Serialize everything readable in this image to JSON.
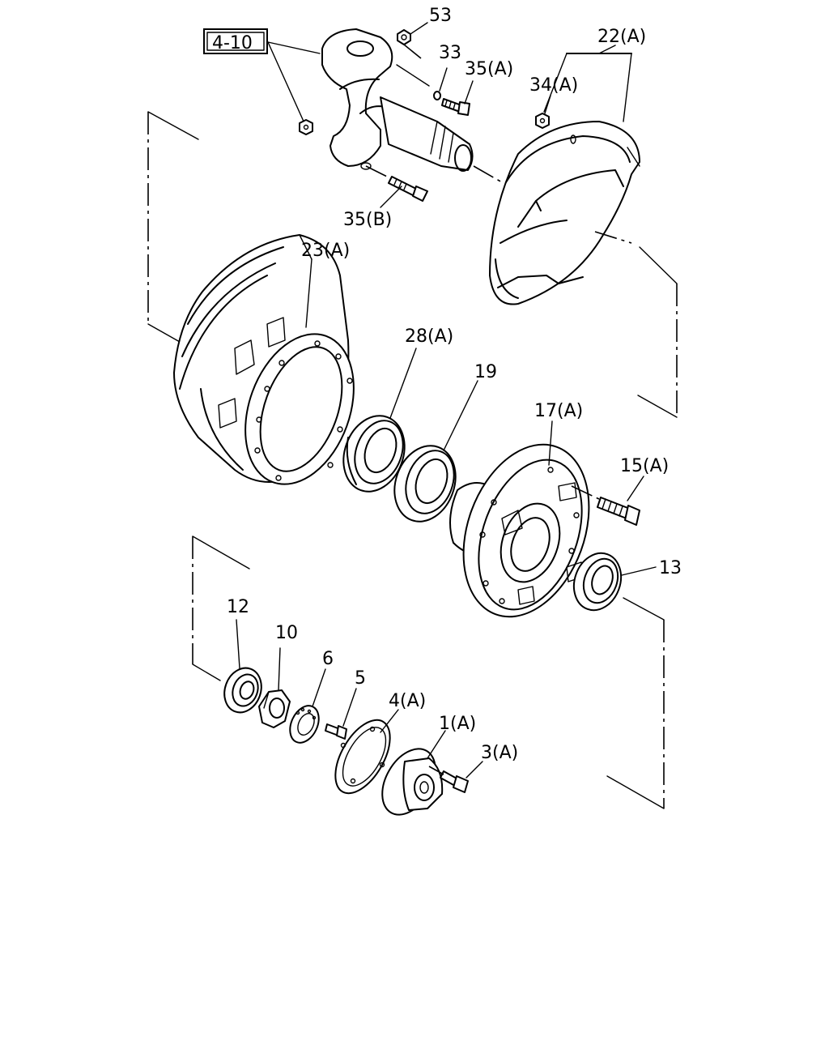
{
  "labels": {
    "ref_box": "4-10",
    "l53": "53",
    "l33": "33",
    "l35a": "35(A)",
    "l22a": "22(A)",
    "l34a": "34(A)",
    "l35b": "35(B)",
    "l23a": "23(A)",
    "l28a": "28(A)",
    "l19": "19",
    "l17a": "17(A)",
    "l15a": "15(A)",
    "l13": "13",
    "l12": "12",
    "l10": "10",
    "l6": "6",
    "l5": "5",
    "l4a": "4(A)",
    "l1a": "1(A)",
    "l3a": "3(A)"
  }
}
